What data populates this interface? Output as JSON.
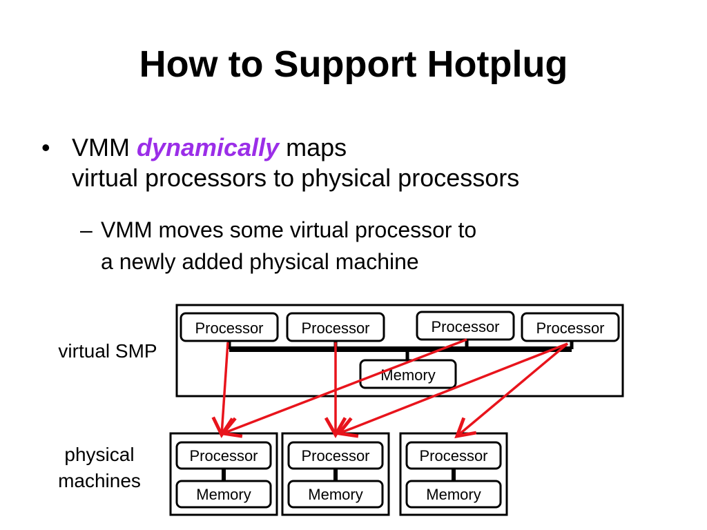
{
  "slide": {
    "title": "How to Support Hotplug",
    "bullet": {
      "marker": "•",
      "prefix": "VMM",
      "emphasis": "dynamically",
      "suffix": "maps",
      "line2": "virtual processors to physical processors"
    },
    "sub_bullet": {
      "marker": "–",
      "line1": "VMM moves some virtual processor to",
      "line2": "a newly added physical machine"
    }
  },
  "diagram": {
    "virtual_smp": {
      "label": "virtual SMP",
      "processors": [
        "Processor",
        "Processor",
        "Processor",
        "Processor"
      ],
      "memory": "Memory"
    },
    "physical_machines": {
      "label_line1": "physical",
      "label_line2": "machines",
      "machines": [
        {
          "processor": "Processor",
          "memory": "Memory"
        },
        {
          "processor": "Processor",
          "memory": "Memory"
        },
        {
          "processor": "Processor",
          "memory": "Memory"
        }
      ]
    },
    "colors": {
      "arrow": "#e8141c",
      "emphasis": "#9b2ee8",
      "line": "#000000"
    }
  }
}
